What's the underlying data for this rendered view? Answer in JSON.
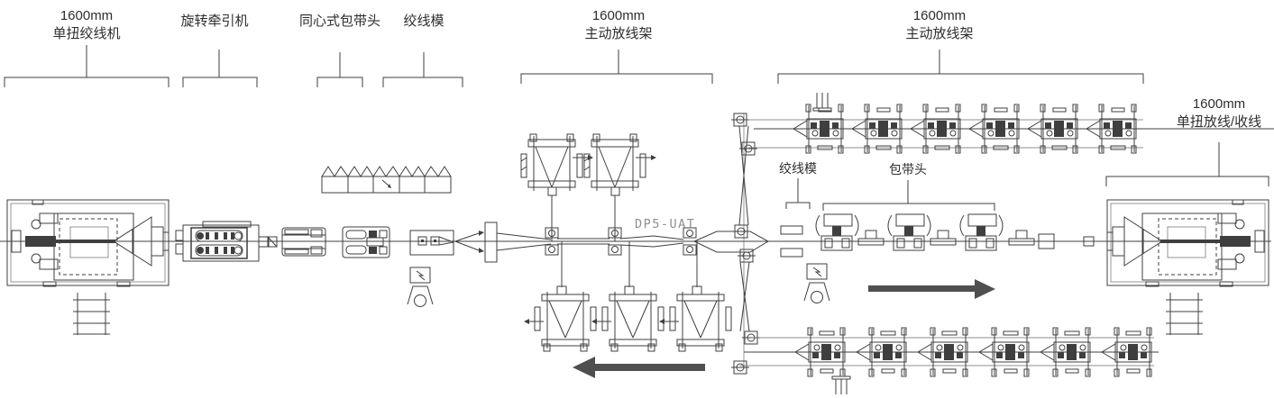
{
  "colors": {
    "background": "#ffffff",
    "ink": "#3f3f3f",
    "arrow": "#4f4f4f",
    "model_text": "#8f8f8f"
  },
  "labels": {
    "strander": {
      "line1": "1600mm",
      "line2": "单扭绞线机"
    },
    "hauler": {
      "text": "旋转牵引机"
    },
    "concentric_taping": {
      "text": "同心式包带头"
    },
    "die_front": {
      "text": "绞线模"
    },
    "payoff_center": {
      "line1": "1600mm",
      "line2": "主动放线架"
    },
    "payoff_right": {
      "line1": "1600mm",
      "line2": "主动放线架"
    },
    "payoff_takeup": {
      "line1": "1600mm",
      "line2": "单扭放线/收线"
    },
    "die_rear": {
      "text": "绞线模"
    },
    "taping_head": {
      "text": "包带头"
    },
    "model_code": {
      "text": "DP5-UAT"
    }
  }
}
